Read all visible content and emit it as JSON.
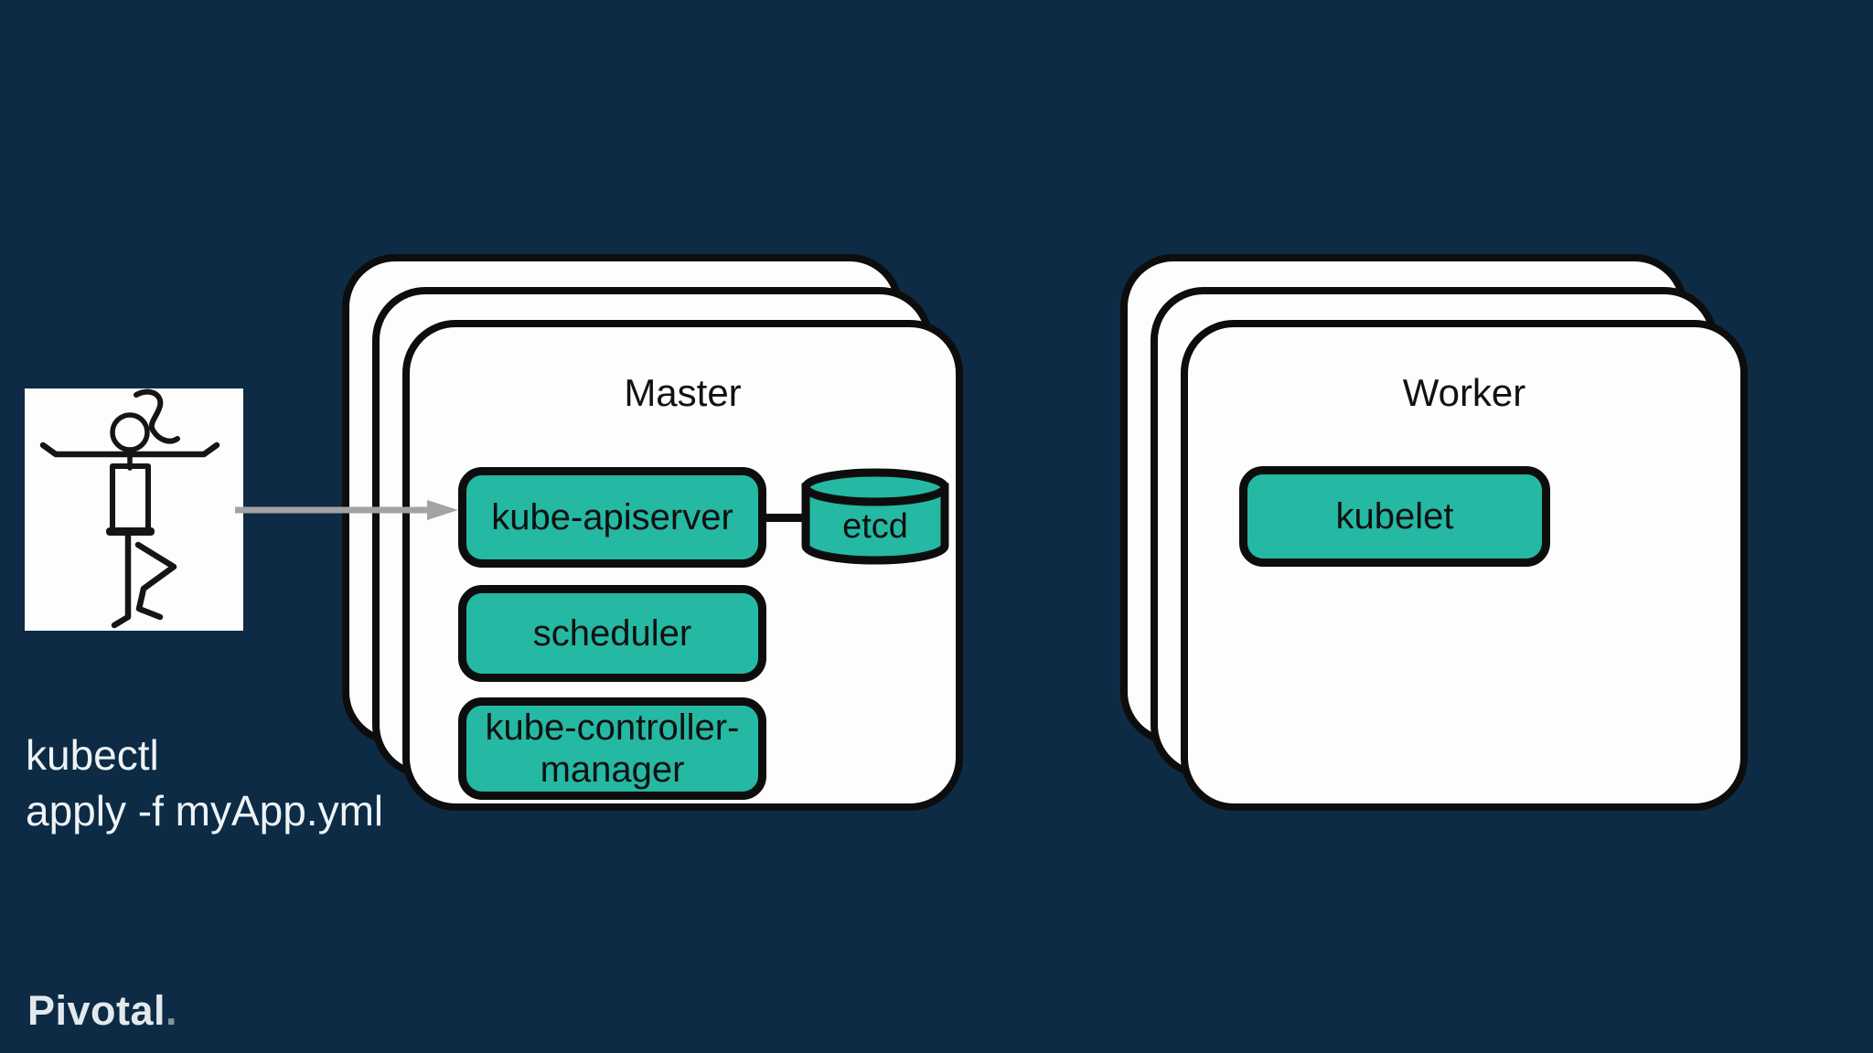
{
  "palette": {
    "background": "#0d2b44",
    "node_fill": "#fdfdfd",
    "component_teal": "#25b8a2",
    "outline_black": "#0d0d0d",
    "arrow_gray": "#a3a3a3",
    "command_text_color": "#eef3f7",
    "logo_color": "#e2e9ee"
  },
  "actor": {
    "icon": "yoga-stick-figure-icon",
    "command_line1": "kubectl",
    "command_line2": "apply -f myApp.yml"
  },
  "master_node": {
    "title": "Master",
    "stack_count": 3,
    "components": [
      {
        "label": "kube-apiserver"
      },
      {
        "label": "scheduler"
      },
      {
        "label_line1": "kube-controller-",
        "label_line2": "manager"
      }
    ],
    "datastore": {
      "label": "etcd",
      "shape": "cylinder"
    }
  },
  "worker_node": {
    "title": "Worker",
    "stack_count": 3,
    "components": [
      {
        "label": "kubelet"
      }
    ]
  },
  "footer": {
    "logo_text": "Pivotal",
    "logo_dot": "."
  }
}
